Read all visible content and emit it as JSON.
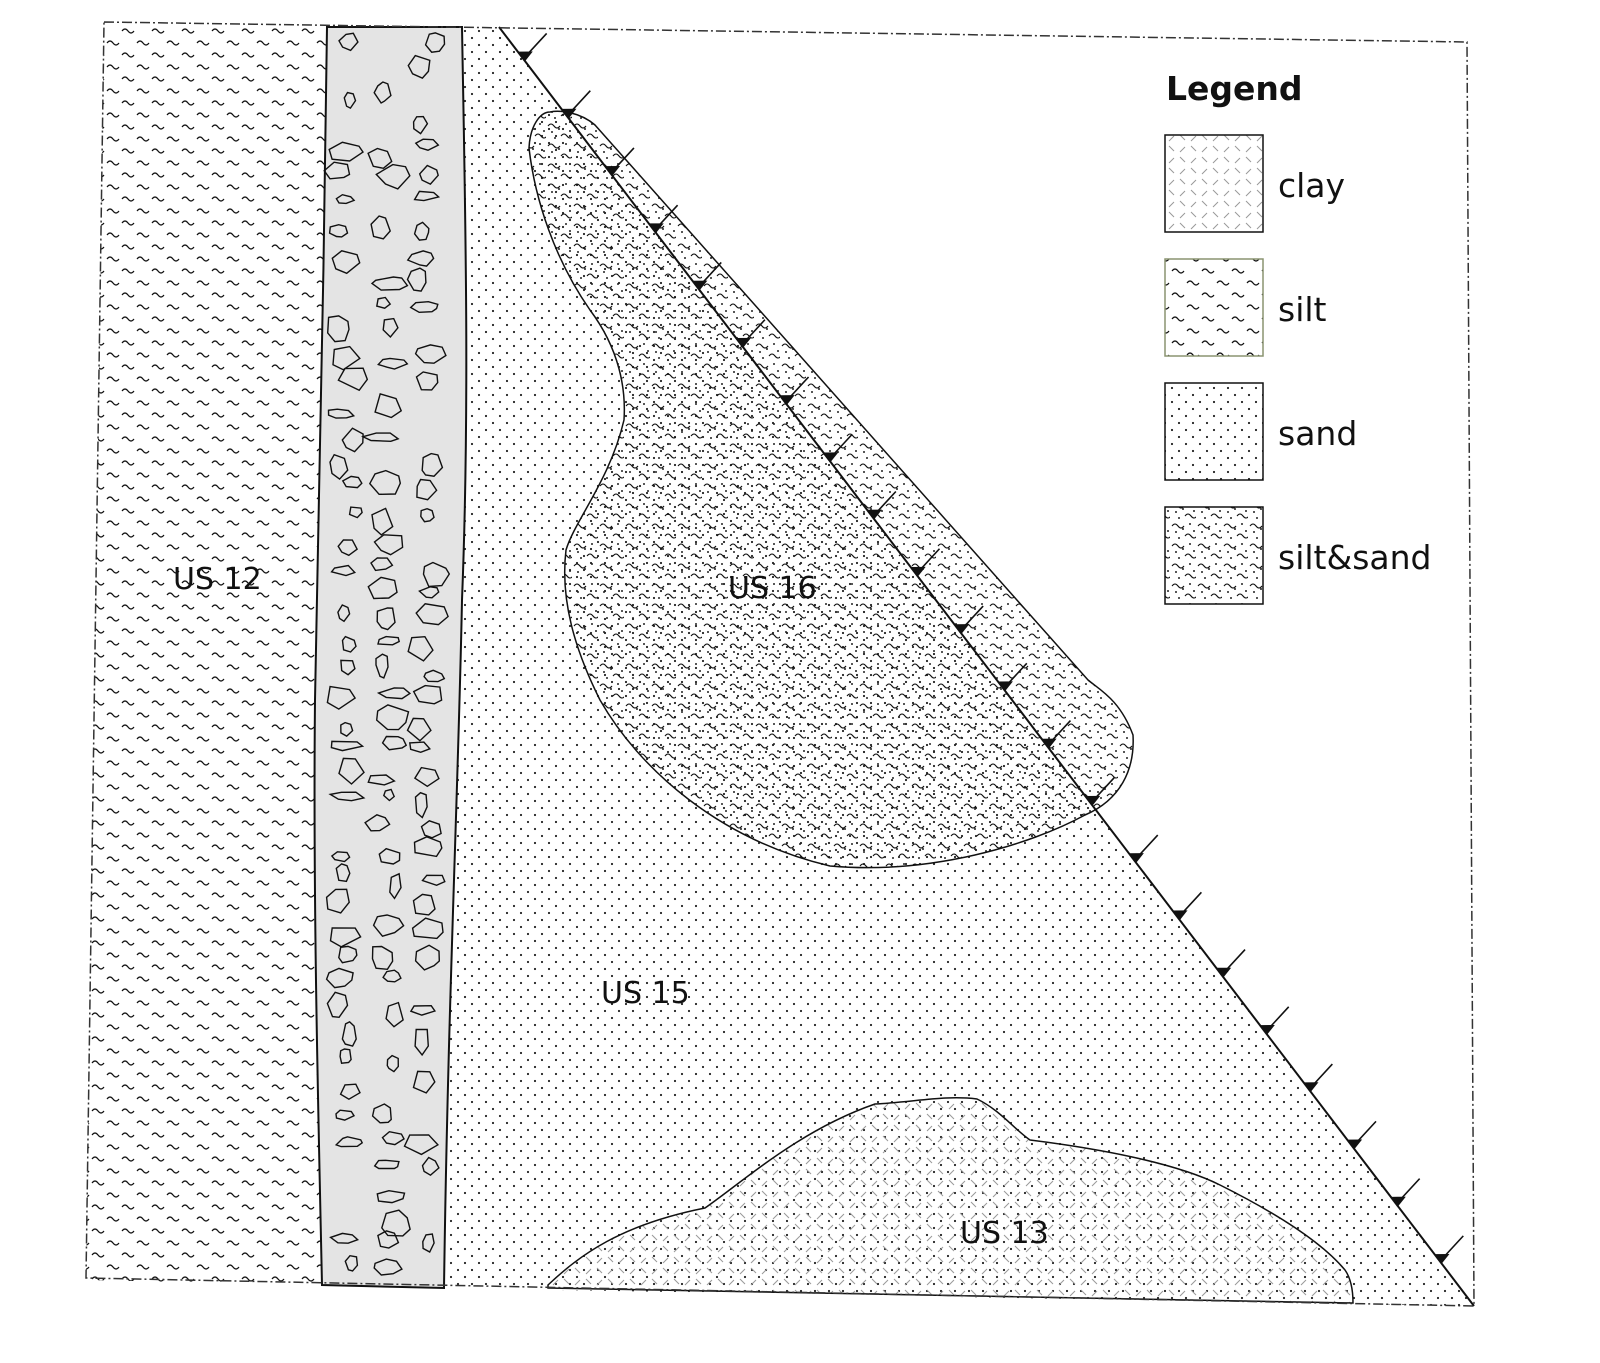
{
  "units": {
    "us12": "US 12",
    "us16": "US 16",
    "us15": "US 15",
    "us13": "US 13"
  },
  "legend": {
    "title": "Legend",
    "items": [
      "clay",
      "silt",
      "sand",
      "silt&sand"
    ]
  },
  "colors": {
    "ink": "#111111",
    "stone_fill": "#e4e4e4",
    "silt_swatch_border": "#8a9470"
  }
}
